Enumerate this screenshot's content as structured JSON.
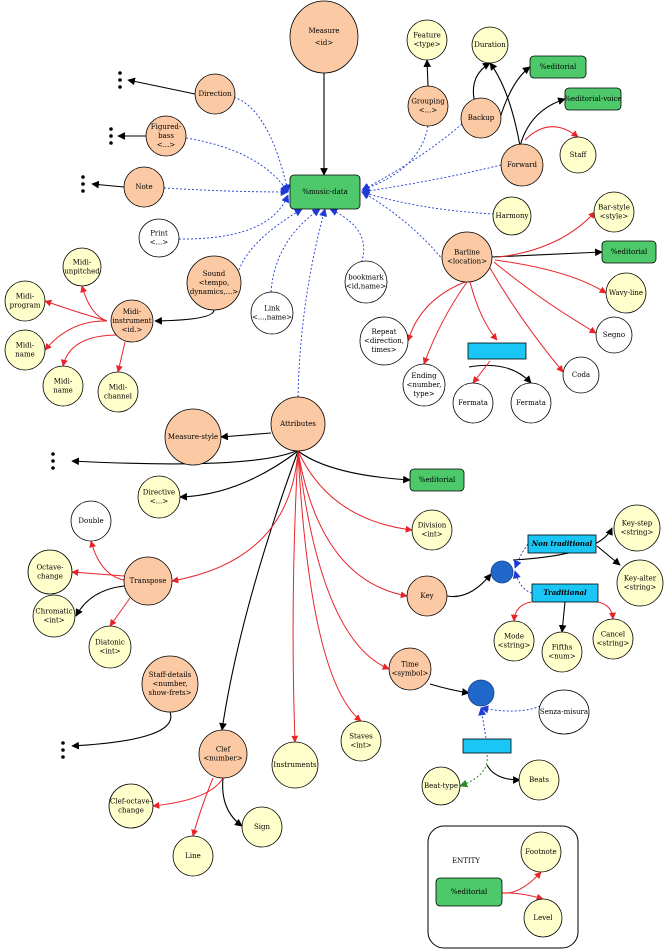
{
  "colors": {
    "salmon": "#fbc9a3",
    "cream": "#ffffcc",
    "white": "#ffffff",
    "green": "#4dc96b",
    "cyan": "#19c6f5",
    "blue_circle": "#1f67c8",
    "red_edge": "#e8242a",
    "black_edge": "#000000",
    "blue_edge": "#1f3bd6",
    "green_edge": "#2a8a2a"
  },
  "nodes": {
    "measure": [
      "Measure",
      "<id>"
    ],
    "direction": [
      "Direction"
    ],
    "figured_bass": [
      "Figured-",
      "bass",
      "<...>"
    ],
    "note": [
      "Note"
    ],
    "print": [
      "Print",
      "<...>"
    ],
    "music_data": [
      "%music-data"
    ],
    "feature": [
      "Feature",
      "<type>"
    ],
    "duration": [
      "Duration"
    ],
    "grouping": [
      "Grouping",
      "<...>"
    ],
    "backup": [
      "Backup"
    ],
    "editorial_1": [
      "%editorial"
    ],
    "editorial_voice": [
      "%editorial-voice"
    ],
    "staff": [
      "Staff"
    ],
    "forward": [
      "Forward"
    ],
    "harmony": [
      "Harmony"
    ],
    "bar_style": [
      "Bar-style",
      "<style>"
    ],
    "barline": [
      "Barline",
      "<location>"
    ],
    "editorial_2": [
      "%editorial"
    ],
    "wavy_line": [
      "Wavy-line"
    ],
    "segno": [
      "Segno"
    ],
    "coda": [
      "Coda"
    ],
    "repeat": [
      "Repeat",
      "<direction,",
      "times>"
    ],
    "ending": [
      "Ending",
      "<number,",
      "type>"
    ],
    "fermata_1": [
      "Fermata"
    ],
    "fermata_2": [
      "Fermata"
    ],
    "bookmark": [
      "bookmark",
      "<id,name>"
    ],
    "link": [
      "Link",
      "<...,name>"
    ],
    "sound": [
      "Sound",
      "<tempo,",
      "dynamics,...>"
    ],
    "midi_instrument": [
      "Midi-",
      "instrument",
      "<id.>"
    ],
    "midi_unpitched": [
      "Midi-",
      "unpitched"
    ],
    "midi_program": [
      "Midi-",
      "program"
    ],
    "midi_name_1": [
      "Midi-",
      "name"
    ],
    "midi_name_2": [
      "Midi-",
      "name"
    ],
    "midi_channel": [
      "Midi-",
      "channel"
    ],
    "attributes": [
      "Attributes"
    ],
    "measure_style": [
      "Measure-style"
    ],
    "editorial_3": [
      "%editorial"
    ],
    "directive": [
      "Directive",
      "<...>"
    ],
    "double": [
      "Double"
    ],
    "division": [
      "Division",
      "<int>"
    ],
    "octave_change": [
      "Octave-",
      "change"
    ],
    "transpose": [
      "Transpose"
    ],
    "chromatic": [
      "Chromatic",
      "<int>"
    ],
    "diatonic": [
      "Diatonic",
      "<int>"
    ],
    "key": [
      "Key"
    ],
    "non_traditional": [
      "Non traditional"
    ],
    "traditional": [
      "Traditional"
    ],
    "key_step": [
      "Key-step",
      "<string>"
    ],
    "key_alter": [
      "Key-alter",
      "<string>"
    ],
    "mode": [
      "Mode",
      "<string>"
    ],
    "fifths": [
      "Fifths",
      "<num>"
    ],
    "cancel": [
      "Cancel",
      "<string>"
    ],
    "staff_details": [
      "Staff-details",
      "<number,",
      "show-frets>"
    ],
    "time": [
      "Time",
      "<symbol>"
    ],
    "senza_misura": [
      "Senza-misura"
    ],
    "staves": [
      "Staves",
      "<int>"
    ],
    "instruments": [
      "Instruments"
    ],
    "clef": [
      "Clef",
      "<number>"
    ],
    "clef_octave_change": [
      "Clef-octave-",
      "change"
    ],
    "sign": [
      "Sign"
    ],
    "line": [
      "Line"
    ],
    "beat_type": [
      "Beat-type"
    ],
    "beats": [
      "Beats"
    ],
    "legend_title": [
      "ENTITY"
    ],
    "legend_footnote": [
      "Footnote"
    ],
    "legend_editorial": [
      "%editorial"
    ],
    "legend_level": [
      "Level"
    ]
  },
  "icons": [
    "ellipsis-vertical-icon"
  ]
}
